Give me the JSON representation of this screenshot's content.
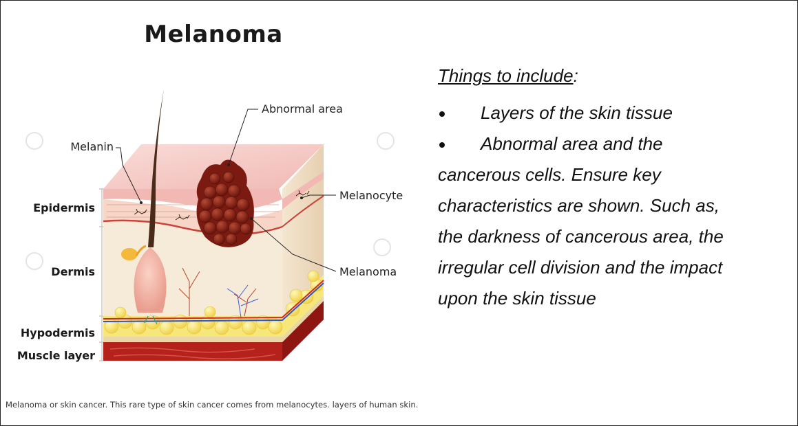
{
  "figure": {
    "title": "Melanoma",
    "labels": {
      "melanin": "Melanin",
      "abnormal_area": "Abnormal area",
      "melanocyte": "Melanocyte",
      "melanoma": "Melanoma",
      "epidermis": "Epidermis",
      "dermis": "Dermis",
      "hypodermis": "Hypodermis",
      "muscle_layer": "Muscle layer"
    },
    "caption": "Melanoma or skin cancer. This rare type of skin cancer comes from melanocytes. layers of human skin."
  },
  "notes": {
    "heading": "Things to include",
    "heading_colon": ":",
    "lines": [
      "Layers of the skin tissue",
      "Abnormal area and the",
      "cancerous cells. Ensure key",
      "characteristics are shown. Such as,",
      "the darkness of cancerous area, the",
      "irregular cell division and the impact",
      "upon the skin tissue"
    ]
  },
  "colors": {
    "skin_top": "#f4c7c3",
    "epidermis": "#f7d9cc",
    "dermis": "#f6e9d6",
    "fat": "#f7e36a",
    "muscle": "#b5211b",
    "melanoma": "#8a1e12",
    "hair": "#4a2a18"
  }
}
